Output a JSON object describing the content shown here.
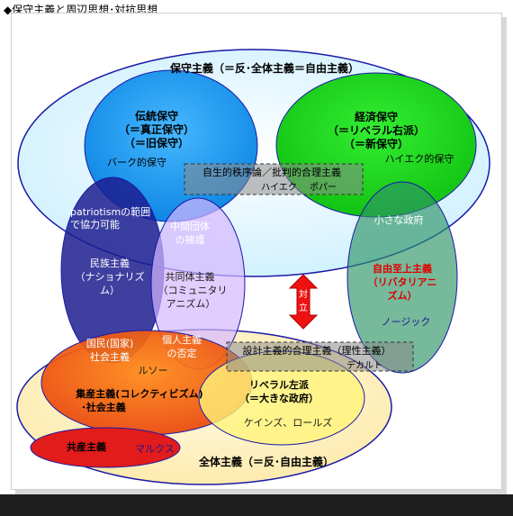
{
  "title": "◆保守主義と周辺思想･対抗思想",
  "labels": {
    "conservatism": "保守主義（＝反･全体主義＝自由主義）",
    "trad1": "伝統保守",
    "trad2": "（＝真正保守）",
    "trad3": "（＝旧保守）",
    "burke": "バーク的保守",
    "econ1": "経済保守",
    "econ2": "（＝リベラル右派）",
    "econ3": "（＝新保守）",
    "hayek_cons": "ハイエク的保守",
    "spontaneous": "自生的秩序論／批判的合理主義",
    "hayek": "ハイエク",
    "popper": "ポパー",
    "small_gov": "小さな政府",
    "patriot1": "patriotismの範囲",
    "patriot2": "で協力可能",
    "nation1": "民族主義",
    "nation2": "（ナショナリズ",
    "nation3": "ム）",
    "inter1": "中間団体",
    "inter2": "の擁護",
    "commu1": "共同体主義",
    "commu2": "（コミュニタリ",
    "commu3": "アニズム）",
    "opp1": "対",
    "opp2": "立",
    "liber1": "自由至上主義",
    "liber2": "（リバタリアニ",
    "liber3": "ズム）",
    "nozick": "ノージック",
    "natsoc1": "国民(国家)",
    "natsoc2": "社会主義",
    "indiv1": "個人主義",
    "indiv2": "の否定",
    "rousseau": "ルソー",
    "design": "設計主義的合理主義（理性主義）",
    "descartes": "デカルト",
    "collect1": "集産主義(コレクティビズム)",
    "collect2": "･社会主義",
    "libleft1": "リベラル左派",
    "libleft2": "（＝大きな政府）",
    "keynes": "ケインズ、ロールズ",
    "communism": "共産主義",
    "marx": "マルクス",
    "totalitarianism": "全体主義（＝反･自由主義）"
  }
}
